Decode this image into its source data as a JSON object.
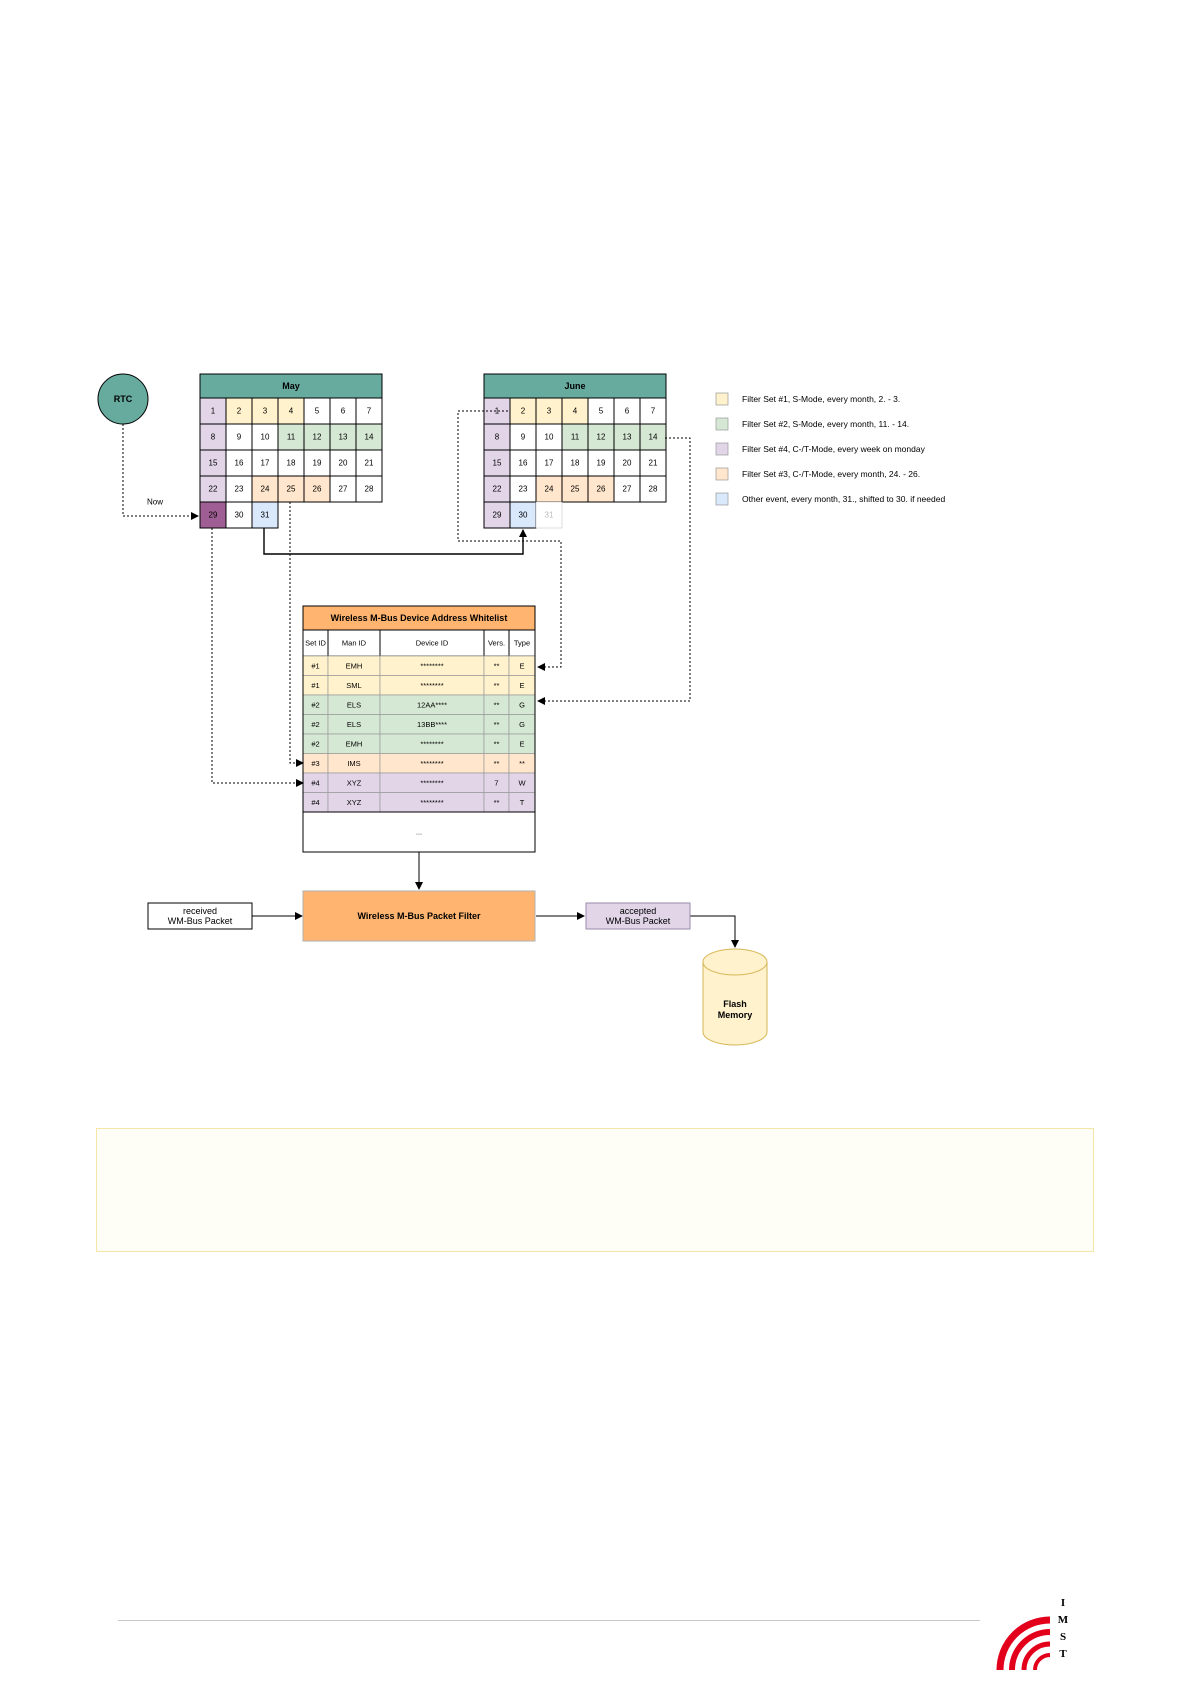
{
  "colors": {
    "teal": "#67ab9f",
    "yellow": "#fff2cc",
    "green": "#d5e8d4",
    "purple": "#e1d5e7",
    "orange": "#ffe6cc",
    "blue": "#dae8fc",
    "dark_purple": "#a05f94",
    "filter_orange": "#ffb570",
    "cylinder": "#fff2cc"
  },
  "rtc": {
    "label": "RTC"
  },
  "now_label": "Now",
  "may": {
    "title": "May",
    "rows": [
      [
        {
          "d": "1",
          "c": "purple"
        },
        {
          "d": "2",
          "c": "yellow"
        },
        {
          "d": "3",
          "c": "yellow"
        },
        {
          "d": "4",
          "c": "yellow"
        },
        {
          "d": "5",
          "c": "white"
        },
        {
          "d": "6",
          "c": "white"
        },
        {
          "d": "7",
          "c": "white"
        }
      ],
      [
        {
          "d": "8",
          "c": "purple"
        },
        {
          "d": "9",
          "c": "white"
        },
        {
          "d": "10",
          "c": "white"
        },
        {
          "d": "11",
          "c": "green"
        },
        {
          "d": "12",
          "c": "green"
        },
        {
          "d": "13",
          "c": "green"
        },
        {
          "d": "14",
          "c": "green"
        }
      ],
      [
        {
          "d": "15",
          "c": "purple"
        },
        {
          "d": "16",
          "c": "white"
        },
        {
          "d": "17",
          "c": "white"
        },
        {
          "d": "18",
          "c": "white"
        },
        {
          "d": "19",
          "c": "white"
        },
        {
          "d": "20",
          "c": "white"
        },
        {
          "d": "21",
          "c": "white"
        }
      ],
      [
        {
          "d": "22",
          "c": "purple"
        },
        {
          "d": "23",
          "c": "white"
        },
        {
          "d": "24",
          "c": "orange"
        },
        {
          "d": "25",
          "c": "orange"
        },
        {
          "d": "26",
          "c": "orange"
        },
        {
          "d": "27",
          "c": "white"
        },
        {
          "d": "28",
          "c": "white"
        }
      ],
      [
        {
          "d": "29",
          "c": "dark_purple"
        },
        {
          "d": "30",
          "c": "white"
        },
        {
          "d": "31",
          "c": "blue"
        }
      ]
    ]
  },
  "june": {
    "title": "June",
    "rows": [
      [
        {
          "d": "1",
          "c": "purple"
        },
        {
          "d": "2",
          "c": "yellow"
        },
        {
          "d": "3",
          "c": "yellow"
        },
        {
          "d": "4",
          "c": "yellow"
        },
        {
          "d": "5",
          "c": "white"
        },
        {
          "d": "6",
          "c": "white"
        },
        {
          "d": "7",
          "c": "white"
        }
      ],
      [
        {
          "d": "8",
          "c": "purple"
        },
        {
          "d": "9",
          "c": "white"
        },
        {
          "d": "10",
          "c": "white"
        },
        {
          "d": "11",
          "c": "green"
        },
        {
          "d": "12",
          "c": "green"
        },
        {
          "d": "13",
          "c": "green"
        },
        {
          "d": "14",
          "c": "green"
        }
      ],
      [
        {
          "d": "15",
          "c": "purple"
        },
        {
          "d": "16",
          "c": "white"
        },
        {
          "d": "17",
          "c": "white"
        },
        {
          "d": "18",
          "c": "white"
        },
        {
          "d": "19",
          "c": "white"
        },
        {
          "d": "20",
          "c": "white"
        },
        {
          "d": "21",
          "c": "white"
        }
      ],
      [
        {
          "d": "22",
          "c": "purple"
        },
        {
          "d": "23",
          "c": "white"
        },
        {
          "d": "24",
          "c": "orange"
        },
        {
          "d": "25",
          "c": "orange"
        },
        {
          "d": "26",
          "c": "orange"
        },
        {
          "d": "27",
          "c": "white"
        },
        {
          "d": "28",
          "c": "white"
        }
      ],
      [
        {
          "d": "29",
          "c": "purple"
        },
        {
          "d": "30",
          "c": "blue"
        },
        {
          "d": "31",
          "c": "faded"
        }
      ]
    ]
  },
  "legend": [
    {
      "color": "yellow",
      "label": "Filter Set #1, S-Mode, every month, 2. - 3."
    },
    {
      "color": "green",
      "label": "Filter Set #2, S-Mode, every month, 11. - 14."
    },
    {
      "color": "purple",
      "label": "Filter Set #4, C-/T-Mode, every week on monday"
    },
    {
      "color": "orange",
      "label": "Filter Set #3, C-/T-Mode, every month, 24. - 26."
    },
    {
      "color": "blue",
      "label": "Other event, every month, 31., shifted to 30. if needed"
    }
  ],
  "whitelist": {
    "title": "Wireless M-Bus Device Address Whitelist",
    "columns": [
      "Set ID",
      "Man ID",
      "Device ID",
      "Vers.",
      "Type"
    ],
    "rows": [
      {
        "c": "yellow",
        "cells": [
          "#1",
          "EMH",
          "********",
          "**",
          "E"
        ]
      },
      {
        "c": "yellow",
        "cells": [
          "#1",
          "SML",
          "********",
          "**",
          "E"
        ]
      },
      {
        "c": "green",
        "cells": [
          "#2",
          "ELS",
          "12AA****",
          "**",
          "G"
        ]
      },
      {
        "c": "green",
        "cells": [
          "#2",
          "ELS",
          "13BB****",
          "**",
          "G"
        ]
      },
      {
        "c": "green",
        "cells": [
          "#2",
          "EMH",
          "********",
          "**",
          "E"
        ]
      },
      {
        "c": "orange",
        "cells": [
          "#3",
          "IMS",
          "********",
          "**",
          "**"
        ]
      },
      {
        "c": "purple",
        "cells": [
          "#4",
          "XYZ",
          "********",
          "7",
          "W"
        ]
      },
      {
        "c": "purple",
        "cells": [
          "#4",
          "XYZ",
          "********",
          "**",
          "T"
        ]
      }
    ],
    "ellipsis": "..."
  },
  "received_box": {
    "line1": "received",
    "line2": "WM-Bus Packet"
  },
  "filter_box": {
    "label": "Wireless M-Bus Packet Filter"
  },
  "accepted_box": {
    "line1": "accepted",
    "line2": "WM-Bus Packet"
  },
  "flash": {
    "line1": "Flash",
    "line2": "Memory"
  },
  "logo": {
    "letters": [
      "I",
      "M",
      "S",
      "T"
    ]
  }
}
